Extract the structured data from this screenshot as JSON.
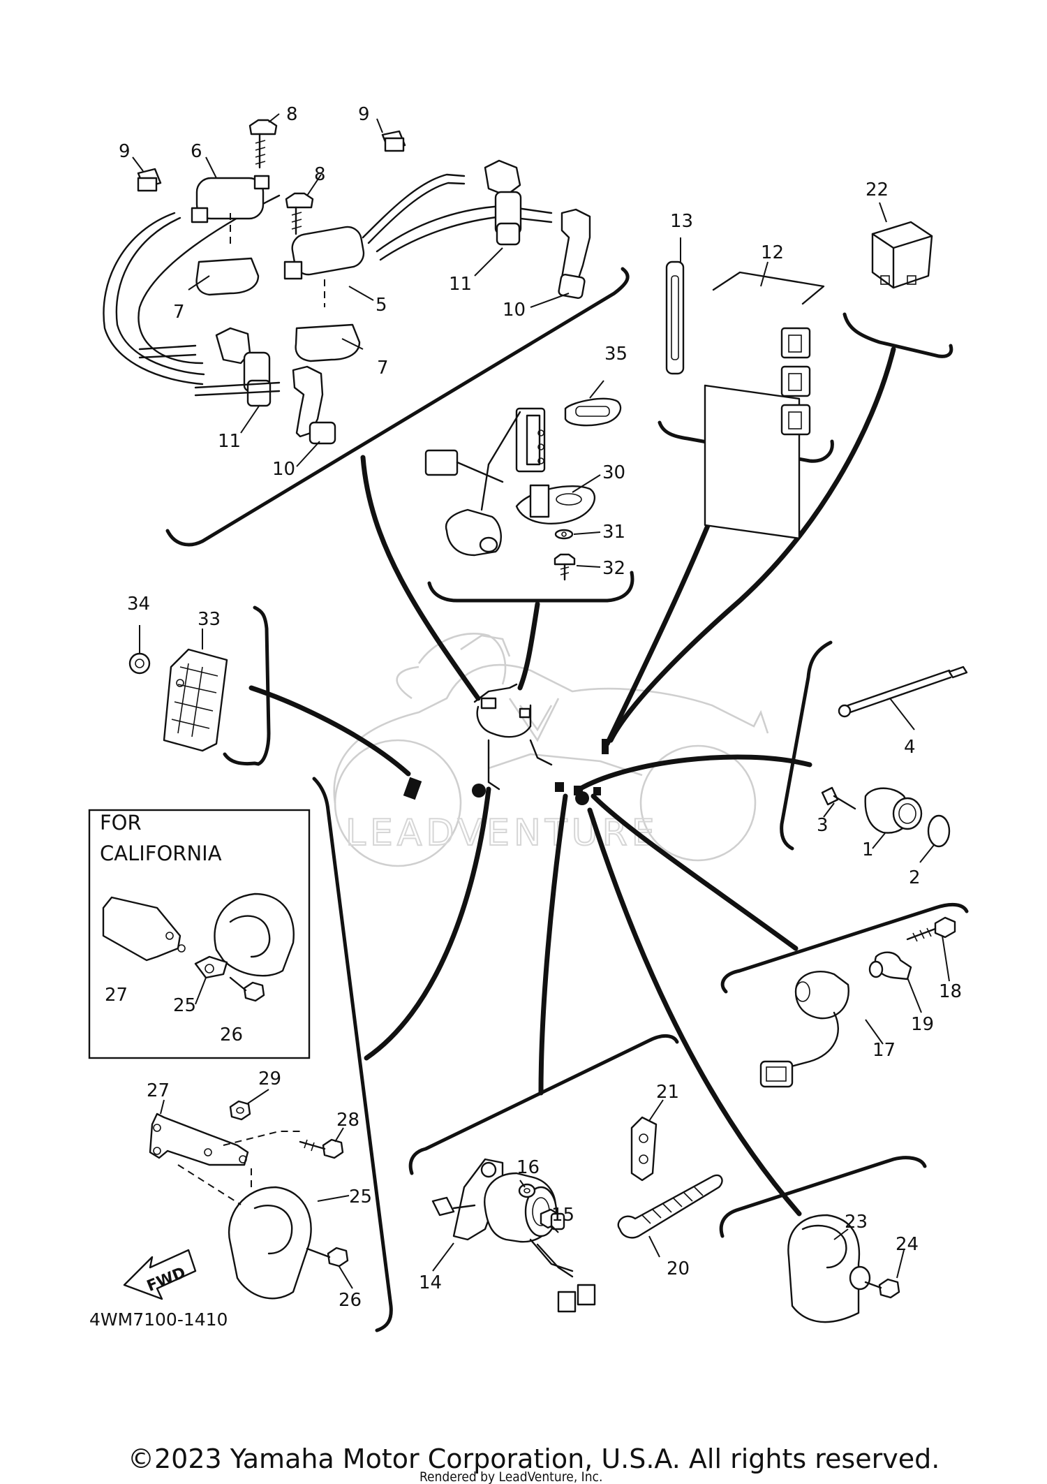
{
  "callouts": [
    "1",
    "2",
    "3",
    "4",
    "5",
    "6",
    "7",
    "7",
    "8",
    "8",
    "9",
    "9",
    "10",
    "10",
    "11",
    "11",
    "12",
    "13",
    "14",
    "15",
    "16",
    "17",
    "18",
    "19",
    "20",
    "21",
    "22",
    "23",
    "24",
    "25",
    "25",
    "26",
    "26",
    "27",
    "27",
    "28",
    "29",
    "30",
    "31",
    "32",
    "33",
    "34",
    "35"
  ],
  "inset": {
    "title_line1": "FOR",
    "title_line2": "CALIFORNIA"
  },
  "direction_badge": "FWD",
  "diagram_code": "4WM7100-1410",
  "watermark": "LEADVENTURE",
  "footer": {
    "copyright": "©2023 Yamaha Motor Corporation, U.S.A. All rights reserved.",
    "rendered_by": "Rendered by LeadVenture, Inc."
  }
}
